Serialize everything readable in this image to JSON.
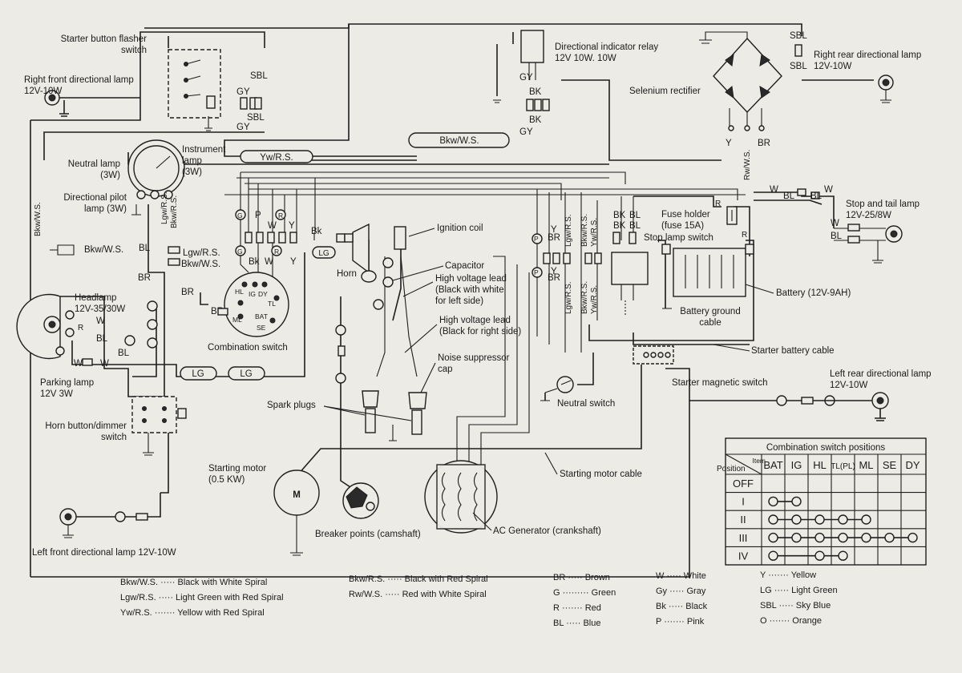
{
  "components": {
    "starter_button_flasher_switch": "Starter button flasher\nswitch",
    "right_front_lamp": "Right front directional lamp\n12V-10W",
    "directional_relay": "Directional indicator relay\n12V 10W. 10W",
    "selenium_rectifier": "Selenium rectifier",
    "right_rear_lamp": "Right rear directional lamp\n12V-10W",
    "neutral_lamp": "Neutral lamp\n(3W)",
    "instrument_lamp": "Instrument\nlamp\n(3W)",
    "directional_pilot_lamp": "Directional pilot\nlamp (3W)",
    "stop_tail_lamp": "Stop and tail lamp\n12V-25/8W",
    "ignition_coil": "Ignition coil",
    "fuse_holder": "Fuse holder\n(fuse 15A)",
    "stop_lamp_switch": "Stop lamp switch",
    "horn": "Horn",
    "capacitor": "Capacitor",
    "hv_lead_left": "High voltage lead\n(Black with white\nfor left side)",
    "hv_lead_right": "High voltage lead\n(Black for right side)",
    "headlamp": "Headlamp\n12V-35/30W",
    "battery": "Battery (12V-9AH)",
    "battery_ground": "Battery ground\ncable",
    "combination_switch": "Combination switch",
    "noise_suppressor": "Noise suppressor\ncap",
    "starter_battery_cable": "Starter battery cable",
    "parking_lamp": "Parking lamp\n12V 3W",
    "starter_magnetic_switch": "Starter magnetic switch",
    "neutral_switch": "Neutral switch",
    "left_rear_lamp": "Left rear directional lamp\n12V-10W",
    "spark_plugs": "Spark plugs",
    "horn_dimmer_switch": "Horn button/dimmer\nswitch",
    "starting_motor": "Starting motor\n(0.5 KW)",
    "motor_symbol": "M",
    "starting_motor_cable": "Starting motor cable",
    "breaker_points": "Breaker points (camshaft)",
    "ac_generator": "AC Generator (crankshaft)",
    "left_front_lamp": "Left front directional lamp 12V-10W"
  },
  "wire_codes": {
    "bkw_ws": "Bkw/W.S.",
    "yw_rs": "Yw/R.S.",
    "bkw_rs": "Bkw/R.S.",
    "lgw_rs": "Lgw/R.S.",
    "rw_ws": "Rw/W.S.",
    "gy": "GY",
    "sbl": "SBL",
    "bk": "BK",
    "bk_lower": "Bk",
    "bl": "BL",
    "br": "BR",
    "w": "W",
    "y": "Y",
    "p": "P",
    "r": "R",
    "lg": "LG",
    "g": "G",
    "o": "O"
  },
  "switch_terminals": [
    "HL",
    "IG",
    "DY",
    "TL",
    "ML",
    "BAT",
    "SE"
  ],
  "combo_table": {
    "title": "Combination switch positions",
    "item_label": "Item",
    "position_label": "Position",
    "columns": [
      "BAT",
      "IG",
      "HL",
      "TL(PL)",
      "ML",
      "SE",
      "DY"
    ],
    "rows": [
      "OFF",
      "I",
      "II",
      "III",
      "IV"
    ],
    "connections": [
      [],
      [
        0,
        1
      ],
      [
        0,
        1,
        2,
        3,
        4
      ],
      [
        0,
        1,
        2,
        3,
        4,
        5,
        6
      ],
      [
        0,
        2,
        3
      ]
    ]
  },
  "legend": [
    {
      "code": "Bkw/W.S.",
      "sep": "·····",
      "meaning": "Black with White Spiral"
    },
    {
      "code": "Lgw/R.S.",
      "sep": "·····",
      "meaning": "Light Green with Red Spiral"
    },
    {
      "code": "Yw/R.S.",
      "sep": "·······",
      "meaning": "Yellow with Red Spiral"
    },
    {
      "code": "Bkw/R.S.",
      "sep": "·····",
      "meaning": "Black with Red Spiral"
    },
    {
      "code": "Rw/W.S.",
      "sep": "·····",
      "meaning": "Red with White Spiral"
    },
    {
      "code": "BR",
      "sep": "·····",
      "meaning": "Brown"
    },
    {
      "code": "G",
      "sep": "·········",
      "meaning": "Green"
    },
    {
      "code": "R",
      "sep": "·······",
      "meaning": "Red"
    },
    {
      "code": "BL",
      "sep": "·····",
      "meaning": "Blue"
    },
    {
      "code": "W",
      "sep": "·····",
      "meaning": "White"
    },
    {
      "code": "Gy",
      "sep": "·····",
      "meaning": "Gray"
    },
    {
      "code": "Bk",
      "sep": "·····",
      "meaning": "Black"
    },
    {
      "code": "P",
      "sep": "·······",
      "meaning": "Pink"
    },
    {
      "code": "Y",
      "sep": "·······",
      "meaning": "Yellow"
    },
    {
      "code": "LG",
      "sep": "·····",
      "meaning": "Light Green"
    },
    {
      "code": "SBL",
      "sep": "·····",
      "meaning": "Sky Blue"
    },
    {
      "code": "O",
      "sep": "·······",
      "meaning": "Orange"
    }
  ]
}
